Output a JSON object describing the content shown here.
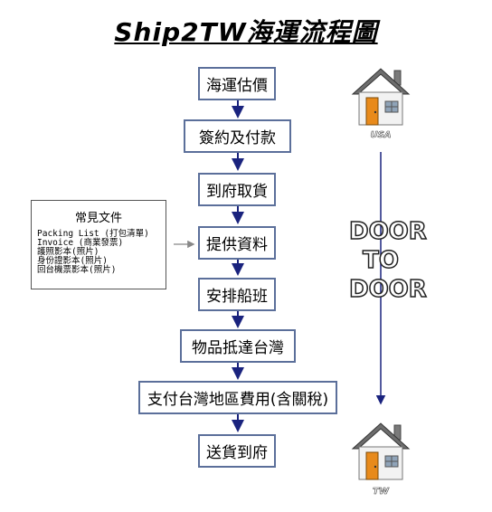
{
  "title": "Ship2TW海運流程圖",
  "steps": [
    "海運估價",
    "簽約及付款",
    "到府取貨",
    "提供資料",
    "安排船班",
    "物品抵達台灣",
    "支付台灣地區費用(含關稅)",
    "送貨到府"
  ],
  "documents": {
    "title": "常見文件",
    "items": [
      "Packing List (打包清單)",
      "Invoice (商業發票)",
      "護照影本(照片)",
      "身份證影本(照片)",
      "回台機票影本(照片)"
    ]
  },
  "door_to_door": [
    "DOOR",
    "TO",
    "DOOR"
  ],
  "origin_label": "USA",
  "destination_label": "TW",
  "colors": {
    "box_border": "#5b6f9a",
    "arrow": "#1a237e"
  }
}
